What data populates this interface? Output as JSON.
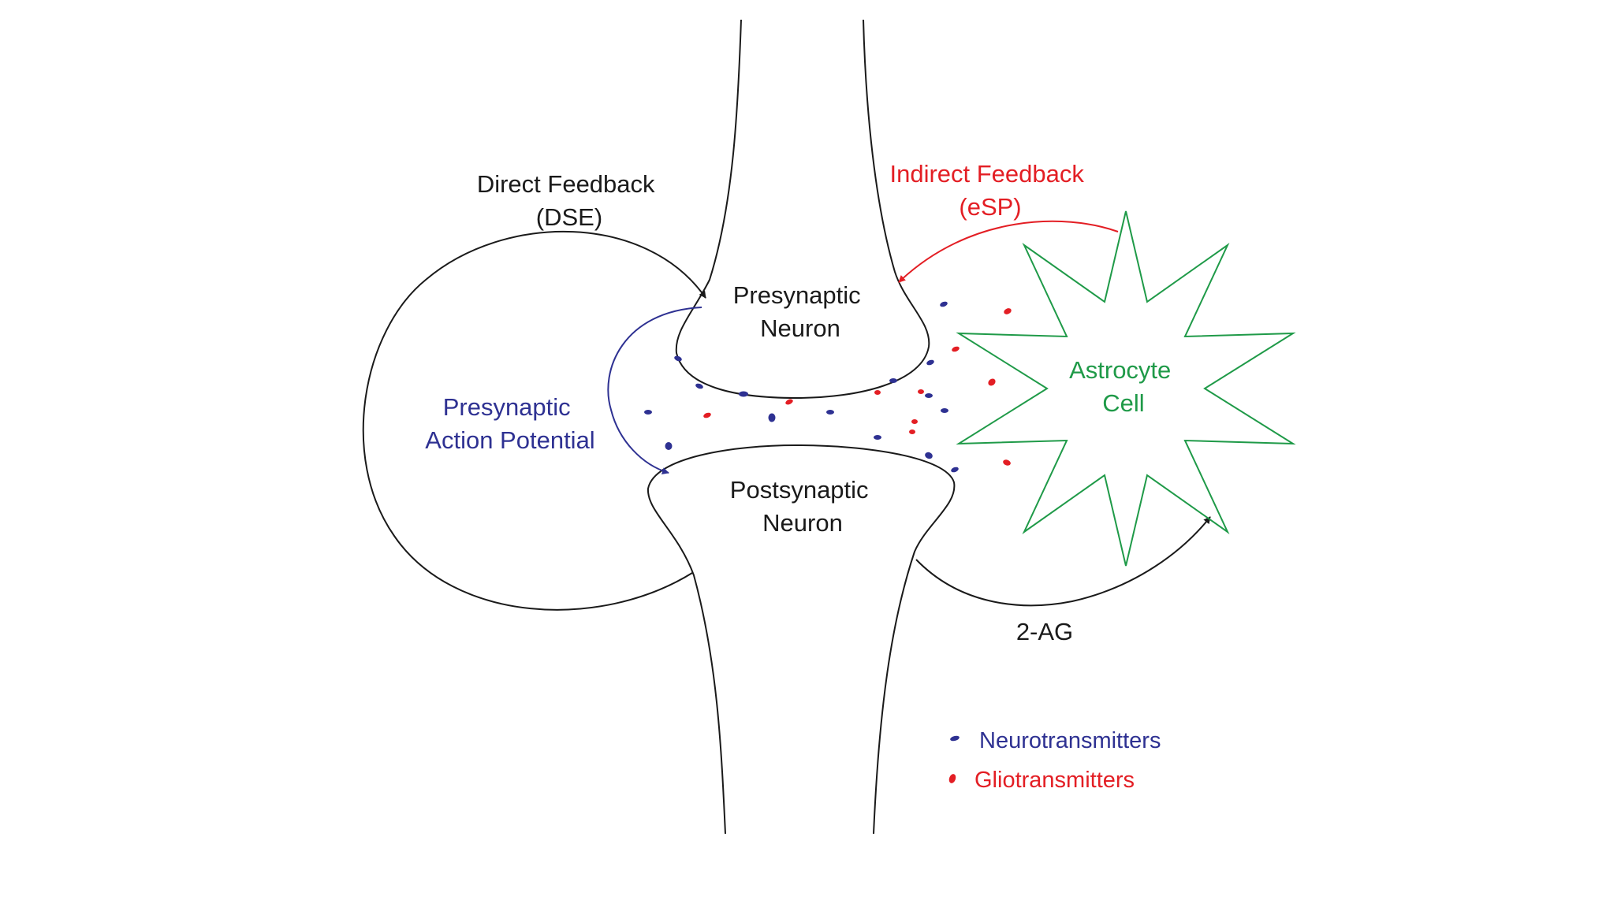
{
  "colors": {
    "outline": "#1a1a1a",
    "presynaptic_ap": "#2e3192",
    "indirect_feedback": "#e31e24",
    "astrocyte": "#1f9a48",
    "neurotransmitter": "#2e3192",
    "gliotransmitter": "#e31e24"
  },
  "labels": {
    "direct_feedback": {
      "line1": "Direct Feedback",
      "line2": "(DSE)"
    },
    "indirect_feedback": {
      "line1": "Indirect Feedback",
      "line2": "(eSP)"
    },
    "presynaptic_neuron": {
      "line1": "Presynaptic",
      "line2": "Neuron"
    },
    "postsynaptic_neuron": {
      "line1": "Postsynaptic",
      "line2": "Neuron"
    },
    "presynaptic_action_potential": {
      "line1": "Presynaptic",
      "line2": "Action Potential"
    },
    "astrocyte_cell": {
      "line1": "Astrocyte",
      "line2": "Cell"
    },
    "two_ag": "2-AG"
  },
  "legend": {
    "neurotransmitters": "Neurotransmitters",
    "gliotransmitters": "Gliotransmitters"
  }
}
